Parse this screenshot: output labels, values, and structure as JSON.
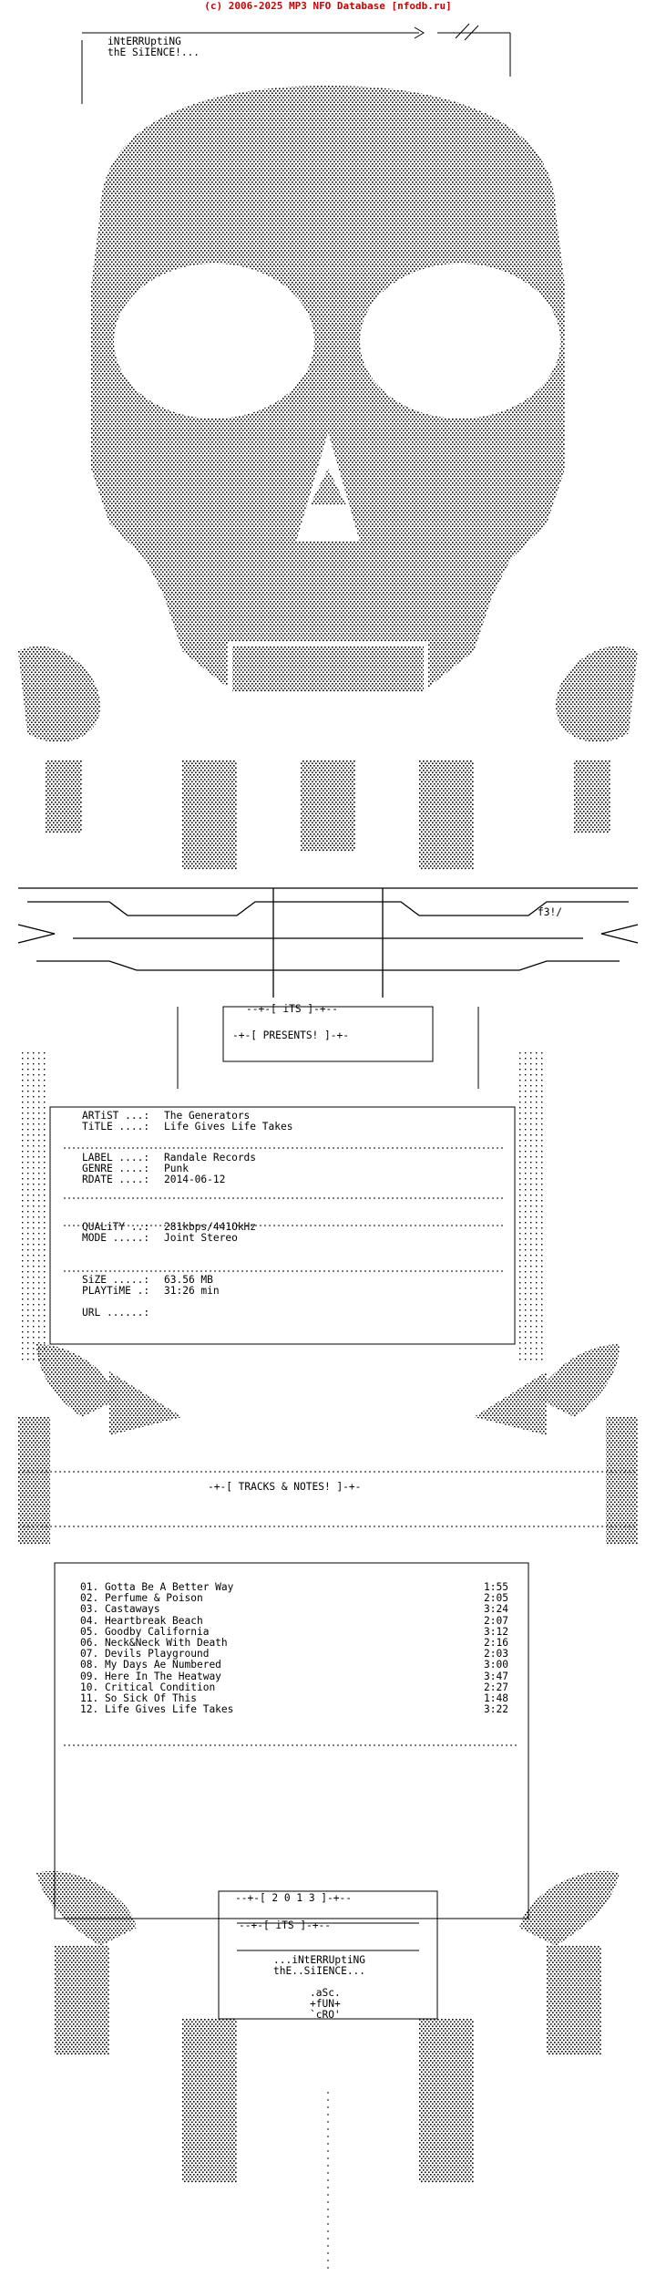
{
  "banner": "(c) 2006-2025 MP3 NFO Database [nfodb.ru]",
  "group": {
    "title_line1": "iNtERRUptiNG",
    "title_line2": "thE SiIENCE!...",
    "tag": "f3!/"
  },
  "headers": {
    "its": "--+-[ iTS ]-+--",
    "presents": "-+-[ PRESENTS! ]-+-",
    "tracks": "-+-[ TRACKS & NOTES! ]-+-",
    "year": "--+-[ 2 0 1 3 ]-+--",
    "its2": "--+-[ iTS ]-+--"
  },
  "info": {
    "artist_label": "ARTiST ...:",
    "artist": "The Generators",
    "title_label": "TiTLE ....:",
    "title": "Life Gives Life Takes",
    "label_label": "LABEL ....:",
    "label": "Randale Records",
    "genre_label": "GENRE ....:",
    "genre": "Punk",
    "rdate_label": "RDATE ....:",
    "rdate": "2014-06-12",
    "quality_label": "QUALiTY ..:",
    "quality": "281kbps/441OkHz",
    "mode_label": "MODE .....:",
    "mode": "Joint Stereo",
    "size_label": "SiZE .....:",
    "size": "63.56 MB",
    "playtime_label": "PLAYTiME .:",
    "playtime": "31:26 min",
    "url_label": "URL ......:",
    "url": ""
  },
  "tracks": [
    {
      "name": "01. Gotta Be A Better Way",
      "time": "1:55"
    },
    {
      "name": "02. Perfume & Poison",
      "time": "2:05"
    },
    {
      "name": "03. Castaways",
      "time": "3:24"
    },
    {
      "name": "04. Heartbreak Beach",
      "time": "2:07"
    },
    {
      "name": "05. Goodby California",
      "time": "3:12"
    },
    {
      "name": "06. Neck&Neck With Death",
      "time": "2:16"
    },
    {
      "name": "07. Devils Playground",
      "time": "2:03"
    },
    {
      "name": "08. My Days Ae Numbered",
      "time": "3:00"
    },
    {
      "name": "09. Here In The Heatway",
      "time": "3:47"
    },
    {
      "name": "10. Critical Condition",
      "time": "2:27"
    },
    {
      "name": "11. So Sick Of This",
      "time": "1:48"
    },
    {
      "name": "12. Life Gives Life Takes",
      "time": "3:22"
    }
  ],
  "footer": {
    "line1": "...iNtERRUptiNG",
    "line2": "thE..SiIENCE...",
    "credit1": ".aSc.",
    "credit2": "+fUN+",
    "credit3": "`cRO'"
  }
}
